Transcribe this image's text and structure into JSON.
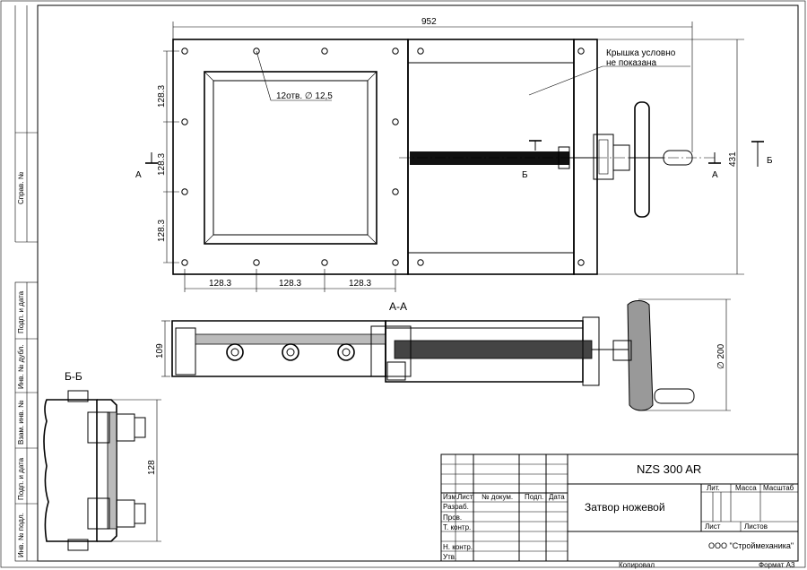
{
  "top_view": {
    "overall_width": "952",
    "overall_height": "431",
    "pitch_vertical": [
      "128.3",
      "128.3",
      "128.3"
    ],
    "pitch_horizontal": [
      "128.3",
      "128.3",
      "128.3"
    ],
    "holes_note": "12отв. ∅ 12,5",
    "cover_note_line1": "Крышка условно",
    "cover_note_line2": "не показана",
    "section_a_left": "А",
    "section_a_right": "А",
    "section_b_screw": "Б",
    "section_b_right": "Б"
  },
  "section_aa": {
    "title": "А-А",
    "height": "109",
    "handwheel_diameter": "∅ 200"
  },
  "section_bb": {
    "title": "Б-Б",
    "height": "128"
  },
  "side_strip": {
    "labels": [
      "Справ. №",
      "Подп. и дата",
      "Инв. № дубл.",
      "Взам. инв. №",
      "Подп. и дата",
      "Инв. № подл."
    ]
  },
  "title_block": {
    "designation": "NZS 300 AR",
    "name": "Затвор ножевой",
    "company": "ООО \"Строймеханика\"",
    "header": {
      "izm": "Изм.",
      "list": "Лист",
      "doc": "№ докум.",
      "sign": "Подп.",
      "date": "Дата"
    },
    "roles": [
      "Разраб.",
      "Пров.",
      "Т. контр.",
      "Н. контр.",
      "Утв."
    ],
    "lit": "Лит.",
    "massa": "Масса",
    "masshtab": "Масштаб",
    "list_label": "Лист",
    "listov_label": "Листов"
  },
  "footer": {
    "copied": "Копировал",
    "format": "Формат А3"
  }
}
